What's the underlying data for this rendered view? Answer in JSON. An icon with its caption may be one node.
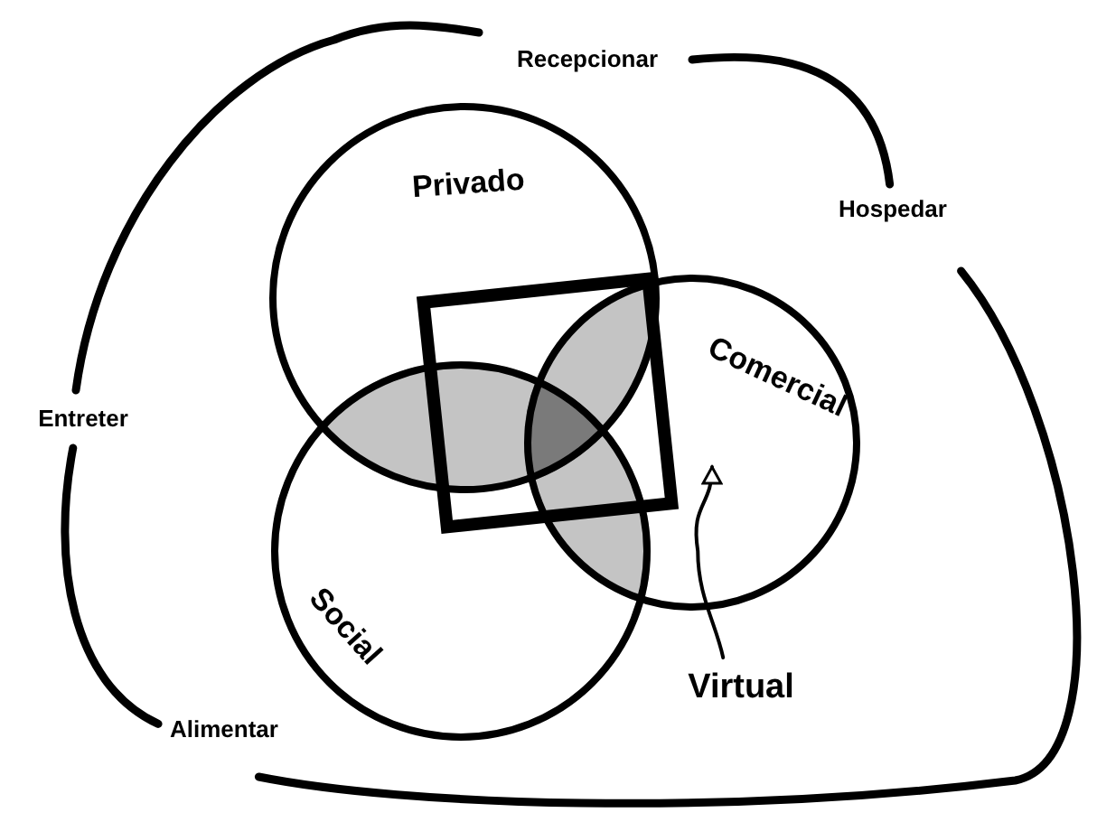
{
  "diagram": {
    "nodes": [
      {
        "text": [
          "Recepcionar"
        ]
      },
      {
        "text": [
          "Hospedar"
        ]
      },
      {
        "text": [
          "Entreter"
        ]
      },
      {
        "text": [
          "Alimentar"
        ]
      },
      {
        "text": [
          "Privado"
        ]
      },
      {
        "text": [
          "Comercial"
        ]
      },
      {
        "text": [
          "Social"
        ]
      },
      {
        "text": [],
        "shape": "box"
      },
      {
        "text": [
          "Virtual"
        ]
      }
    ],
    "edges": [
      {
        "from": 0,
        "to": 1,
        "arrow": "none"
      },
      {
        "from": 1,
        "to": 3,
        "arrow": "none"
      },
      {
        "from": 3,
        "to": 2,
        "arrow": "none"
      },
      {
        "from": 2,
        "to": 0,
        "arrow": "none"
      },
      {
        "from": 8,
        "to": 7,
        "arrow": "to"
      }
    ]
  }
}
